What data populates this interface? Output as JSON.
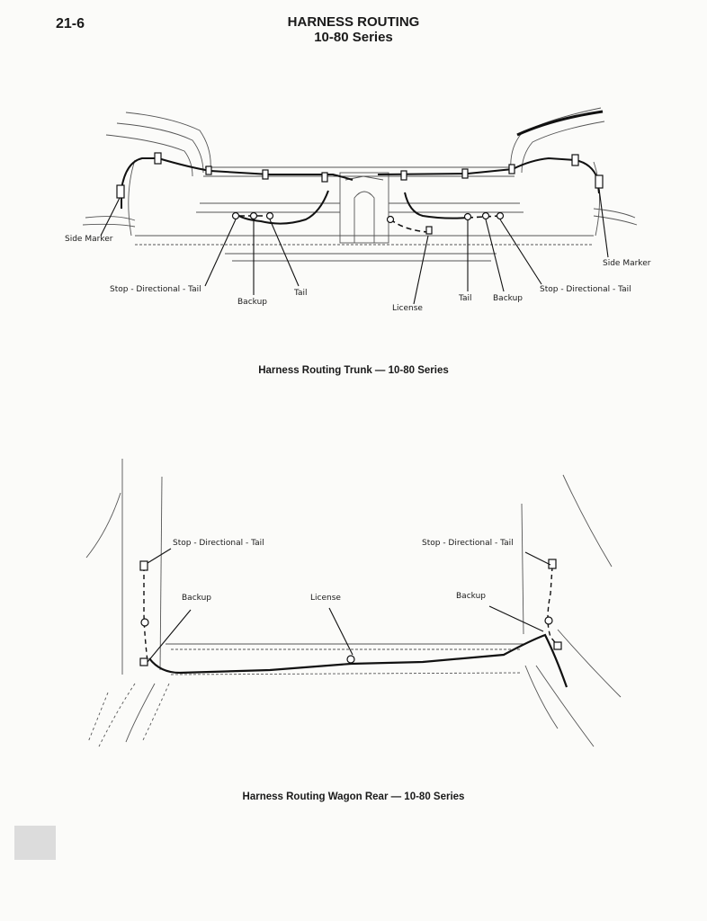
{
  "page": {
    "number": "21-6"
  },
  "header": {
    "title": "HARNESS ROUTING",
    "subtitle": "10-80 Series"
  },
  "figure_trunk": {
    "caption": "Harness Routing Trunk — 10-80 Series",
    "labels": {
      "side_marker_left": "Side Marker",
      "side_marker_right": "Side Marker",
      "stop_left": "Stop - Directional - Tail",
      "stop_right": "Stop - Directional - Tail",
      "backup_left": "Backup",
      "backup_right": "Backup",
      "tail_left": "Tail",
      "tail_right": "Tail",
      "license": "License"
    }
  },
  "figure_wagon": {
    "caption": "Harness Routing Wagon Rear — 10-80 Series",
    "labels": {
      "stop_left": "Stop - Directional - Tail",
      "stop_right": "Stop - Directional - Tail",
      "backup_left": "Backup",
      "backup_right": "Backup",
      "license": "License"
    }
  }
}
